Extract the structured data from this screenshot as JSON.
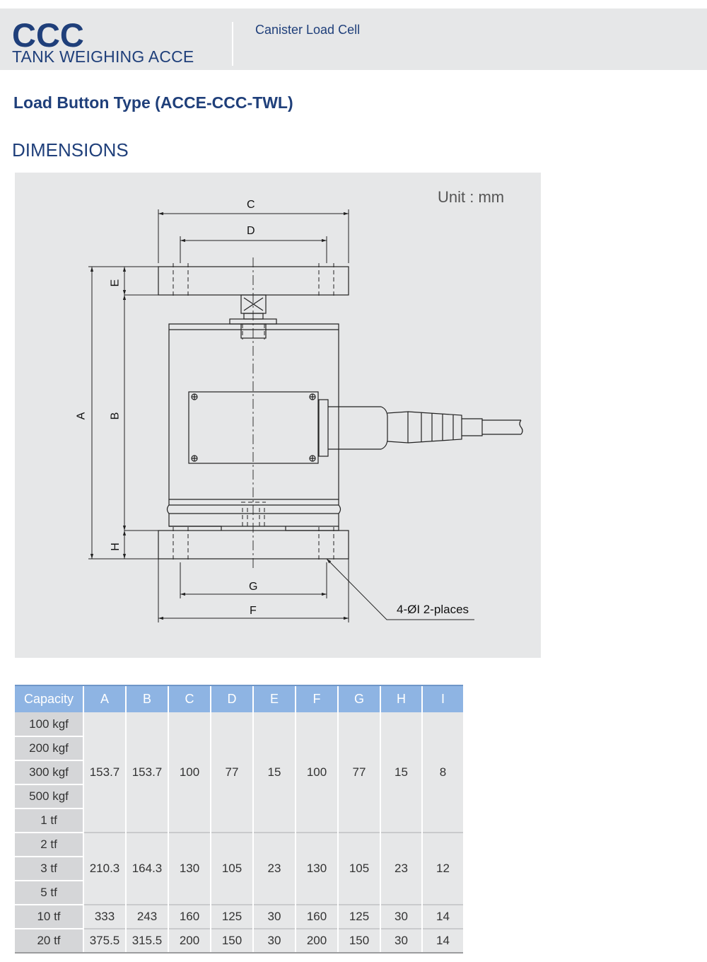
{
  "header": {
    "brand": "CCC",
    "subtitle": "TANK WEIGHING ACCE",
    "category": "Canister Load Cell"
  },
  "model_title": "Load Button Type (ACCE-CCC-TWL)",
  "section_title": "DIMENSIONS",
  "drawing": {
    "unit": "Unit : mm",
    "labels": {
      "A": "A",
      "B": "B",
      "C": "C",
      "D": "D",
      "E": "E",
      "F": "F",
      "G": "G",
      "H": "H"
    },
    "hole_note": "4-ØI 2-places"
  },
  "table": {
    "headers": [
      "Capacity",
      "A",
      "B",
      "C",
      "D",
      "E",
      "F",
      "G",
      "H",
      "I"
    ],
    "groups": [
      {
        "capacities": [
          "100 kgf",
          "200 kgf",
          "300 kgf",
          "500 kgf",
          "1 tf"
        ],
        "values": [
          "153.7",
          "153.7",
          "100",
          "77",
          "15",
          "100",
          "77",
          "15",
          "8"
        ]
      },
      {
        "capacities": [
          "2 tf",
          "3 tf",
          "5 tf"
        ],
        "values": [
          "210.3",
          "164.3",
          "130",
          "105",
          "23",
          "130",
          "105",
          "23",
          "12"
        ]
      },
      {
        "capacities": [
          "10 tf"
        ],
        "values": [
          "333",
          "243",
          "160",
          "125",
          "30",
          "160",
          "125",
          "30",
          "14"
        ]
      },
      {
        "capacities": [
          "20 tf"
        ],
        "values": [
          "375.5",
          "315.5",
          "200",
          "150",
          "30",
          "200",
          "150",
          "30",
          "14"
        ]
      }
    ]
  }
}
